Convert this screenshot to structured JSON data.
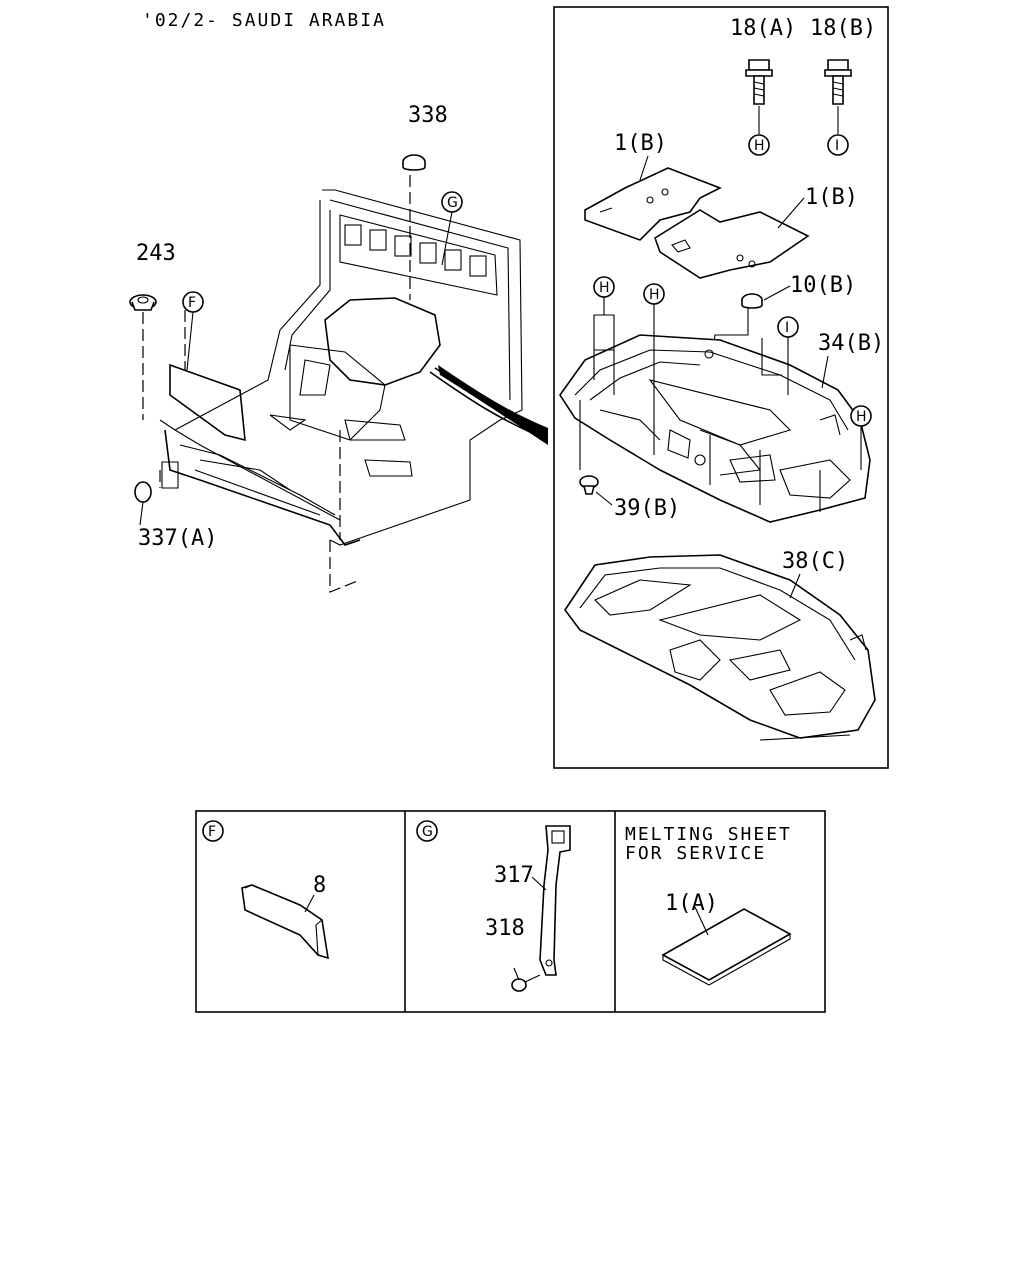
{
  "header": {
    "title": "'02/2- SAUDI ARABIA"
  },
  "labels": {
    "p338": "338",
    "p243": "243",
    "p337a": "337(A)",
    "p18a": "18(A)",
    "p18b": "18(B)",
    "p1b_top": "1(B)",
    "p1b_right": "1(B)",
    "p10b": "10(B)",
    "p34b": "34(B)",
    "p39b": "39(B)",
    "p38c": "38(C)",
    "p8": "8",
    "p317": "317",
    "p318": "318",
    "p1a": "1(A)"
  },
  "callouts": {
    "F": "F",
    "G": "G",
    "H": "H",
    "I": "I"
  },
  "legend": {
    "panel_f_tag": "F",
    "panel_g_tag": "G",
    "panel_melt_line1": "MELTING SHEET",
    "panel_melt_line2": "FOR SERVICE"
  }
}
